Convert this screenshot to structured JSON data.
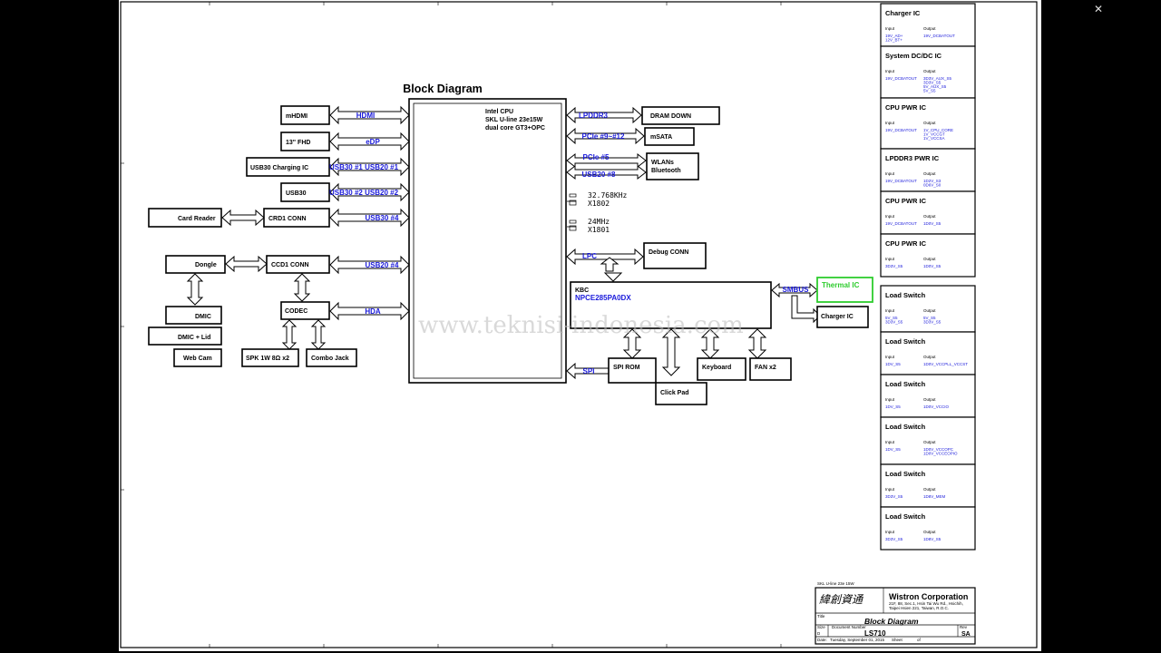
{
  "title": "Block Diagram",
  "cpu": {
    "l1": "Intel CPU",
    "l2": "SKL U-line 23e15W",
    "l3": "dual core GT3+OPC"
  },
  "left_blocks": [
    {
      "name": "mHDMI",
      "bus": "HDMI"
    },
    {
      "name": "13\" FHD",
      "bus": "eDP"
    },
    {
      "name": "USB30 Charging IC",
      "bus": "USB30 #1 USB20 #1"
    },
    {
      "name": "USB30",
      "bus": "USB30 #2 USB20 #2"
    },
    {
      "name": "CRD1 CONN",
      "bus": "USB30 #4"
    },
    {
      "name": "CCD1 CONN",
      "bus": "USB20 #4"
    },
    {
      "name": "CODEC",
      "bus": "HDA"
    }
  ],
  "card_reader": "Card Reader",
  "dongle": "Dongle",
  "dmic": "DMIC",
  "dmic_lid": "DMIC + Lid",
  "web_cam": "Web Cam",
  "spk": "SPK 1W 8Ω x2",
  "combo_jack": "Combo Jack",
  "right_blocks": {
    "dram": "DRAM DOWN",
    "lpddr3": "LPDDR3",
    "msata": "mSATA",
    "pcie912": "PCIe #9~#12",
    "wlan1": "WLANs",
    "wlan2": "Bluetooth",
    "pcie5": "PCIe #5",
    "usb20_8": "USB20 #8",
    "debug": "Debug CONN",
    "lpc": "LPC"
  },
  "crystals": [
    {
      "freq": "32.768KHz",
      "ref": "X1802"
    },
    {
      "freq": "24MHz",
      "ref": "X1801"
    }
  ],
  "kbc": {
    "l1": "KBC",
    "l2": "NPCE285PA0DX"
  },
  "smbus": "SMBUS",
  "thermal_ic": "Thermal IC",
  "charger_ic_small": "Charger IC",
  "spi": "SPI",
  "spi_rom": "SPI ROM",
  "click_pad": "Click Pad",
  "keyboard": "Keyboard",
  "fan": "FAN x2",
  "watermark": "www.teknisi-indonesia.com",
  "power_panels": [
    {
      "title": "Charger IC",
      "in": [
        "19V_AD+",
        "12V_BT+"
      ],
      "out": [
        "19V_DCBATOUT"
      ]
    },
    {
      "title": "System DC/DC IC",
      "in": [
        "19V_DCBATOUT"
      ],
      "out": [
        "3D3V_AUX_S5",
        "3D3V_S5",
        "5V_AUX_S5",
        "5V_S5"
      ]
    },
    {
      "title": "CPU PWR IC",
      "in": [
        "19V_DCBATOUT"
      ],
      "out": [
        "1V_CPU_CORE",
        "1V_VCCGT",
        "1V_VCCSA"
      ]
    },
    {
      "title": "LPDDR3 PWR IC",
      "in": [
        "19V_DCBATOUT"
      ],
      "out": [
        "1D2V_S3",
        "0D6V_S0"
      ]
    },
    {
      "title": "CPU PWR IC",
      "in": [
        "19V_DCBATOUT"
      ],
      "out": [
        "1D0V_S5"
      ]
    },
    {
      "title": "CPU PWR IC",
      "in": [
        "3D3V_S5"
      ],
      "out": [
        "1D0V_S5"
      ]
    },
    {
      "title": "Load Switch",
      "in": [
        "5V_S5",
        "3D3V_S5"
      ],
      "out": [
        "5V_S5",
        "3D3V_S5"
      ]
    },
    {
      "title": "Load Switch",
      "in": [
        "1DV_S5"
      ],
      "out": [
        "1D0V_VCCPLL_VCCST"
      ]
    },
    {
      "title": "Load Switch",
      "in": [
        "1DV_S5"
      ],
      "out": [
        "1D0V_VCCIO"
      ]
    },
    {
      "title": "Load Switch",
      "in": [
        "1DV_S5"
      ],
      "out": [
        "1D0V_VCCOPC",
        "1D0V_VCCEOPIO"
      ]
    },
    {
      "title": "Load Switch",
      "in": [
        "3D3V_S5"
      ],
      "out": [
        "1D8V_MEM"
      ]
    },
    {
      "title": "Load Switch",
      "in": [
        "3D3V_S5"
      ],
      "out": [
        "1D8V_S5"
      ]
    }
  ],
  "io_labels": {
    "input": "Input",
    "output": "Output"
  },
  "title_block": {
    "chinese": "緯創資通",
    "company": "Wistron Corporation",
    "address1": "21F, 88, Sec.1, Hsin Tai Wu Rd., Hsichih,",
    "address2": "Taipei Hsien 221, Taiwan, R.O.C.",
    "sheet_title": "Block Diagram",
    "doc_number": "LS710",
    "rev": "SA",
    "small_note": "SKL U-line 23e 15W",
    "label_title": "Title",
    "label_size": "Size",
    "label_doc": "Document Number",
    "label_rev": "Rev",
    "label_date": "Date:",
    "label_sheet": "Sheet",
    "label_of": "of",
    "size_val": "D",
    "date_val": "Tuesday, September 01, 2015"
  },
  "close_icon": "✕"
}
